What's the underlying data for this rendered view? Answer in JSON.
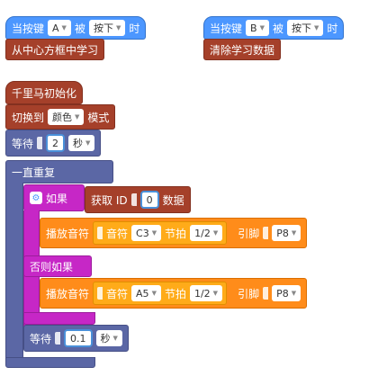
{
  "hat1": {
    "prefix": "当按键",
    "key": "A",
    "mid": "被",
    "action": "按下",
    "suffix": "时"
  },
  "hat2": {
    "prefix": "当按键",
    "key": "B",
    "mid": "被",
    "action": "按下",
    "suffix": "时"
  },
  "learn_center": "从中心方框中学习",
  "clear_data": "清除学习数据",
  "init": "千里马初始化",
  "switch_mode": {
    "prefix": "切换到",
    "mode": "颜色",
    "suffix": "模式"
  },
  "wait1": {
    "label": "等待",
    "value": "2",
    "unit": "秒"
  },
  "forever": "一直重复",
  "if_block": {
    "label": "如果",
    "get_id": "获取 ID",
    "id_value": "0",
    "data": "数据"
  },
  "play1": {
    "label": "播放音符",
    "note_label": "音符",
    "note": "C3",
    "beat_label": "节拍",
    "beat": "1/2",
    "pin_label": "引脚",
    "pin": "P8"
  },
  "else_if": "否则如果",
  "play2": {
    "label": "播放音符",
    "note_label": "音符",
    "note": "A5",
    "beat_label": "节拍",
    "beat": "1/2",
    "pin_label": "引脚",
    "pin": "P8"
  },
  "wait2": {
    "label": "等待",
    "value": "0.1",
    "unit": "秒"
  },
  "colors": {
    "events": "#4c97ff",
    "ai": "#a5402a",
    "control": "#5b67a5",
    "logic": "#c627c6",
    "sound": "#ff8c1a",
    "note": "#ffab19"
  }
}
